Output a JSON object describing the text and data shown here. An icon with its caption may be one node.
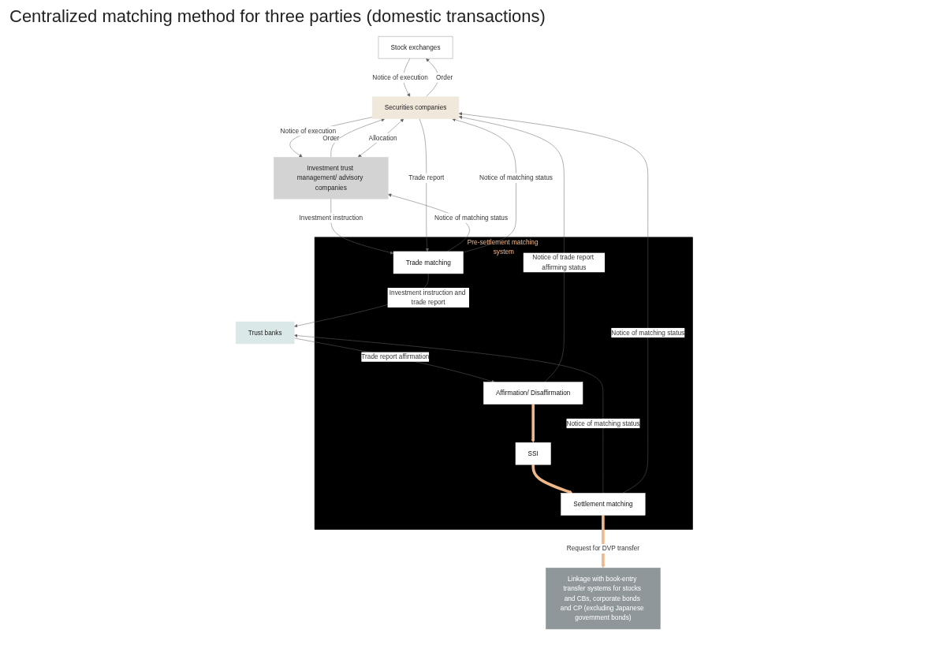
{
  "diagram": {
    "title": "Centralized matching method for three parties (domestic transactions)",
    "nodes": [
      {
        "text": [
          "Stock exchanges"
        ]
      },
      {
        "text": [
          "Investment trust management/ advisory companies"
        ]
      },
      {
        "text": [
          "Securities companies"
        ]
      },
      {
        "text": [
          "Pre-settlement matching system"
        ]
      },
      {
        "text": [
          "Trade matching"
        ],
        "in": 3
      },
      {
        "text": [
          "Affirmation/ Disaffirmation"
        ],
        "in": 3
      },
      {
        "text": [
          "SSI"
        ],
        "in": 3
      },
      {
        "text": [
          "Settlement matching"
        ],
        "in": 3
      },
      {
        "text": [
          "Trust banks"
        ]
      },
      {
        "text": [
          "Linkage with book-entry transfer systems for stocks and CBs, corporate bonds and CP (excluding Japanese government bonds)"
        ]
      }
    ],
    "edges": [
      {
        "from": 0,
        "to": 2,
        "arrow": "to",
        "label": "Notice of execution"
      },
      {
        "from": 2,
        "to": 0,
        "arrow": "to",
        "label": "Order"
      },
      {
        "from": 1,
        "to": 2,
        "arrow": "to",
        "label": "Order"
      },
      {
        "from": 2,
        "to": 1,
        "arrow": "to",
        "label": "Notice of execution"
      },
      {
        "from": 1,
        "to": 2,
        "arrow": "both",
        "label": "Allocation"
      },
      {
        "from": 1,
        "to": 4,
        "arrow": "to",
        "label": "Investment instruction"
      },
      {
        "from": 4,
        "to": 1,
        "arrow": "to",
        "label": "Notice of matching status"
      },
      {
        "from": 2,
        "to": 4,
        "arrow": "to",
        "label": "Trade report"
      },
      {
        "from": 4,
        "to": 2,
        "arrow": "to",
        "label": "Notice of matching status"
      },
      {
        "from": 4,
        "to": 8,
        "arrow": "to",
        "label": "Investment instruction and trade report"
      },
      {
        "from": 8,
        "to": 5,
        "arrow": "to",
        "label": "Trade report affirmation"
      },
      {
        "from": 5,
        "to": 2,
        "arrow": "to",
        "label": "Notice of trade report affirming status"
      },
      {
        "from": 5,
        "to": 6,
        "arrow": "to",
        "style": "thick",
        "color": "#f0b78a"
      },
      {
        "from": 6,
        "to": 7,
        "arrow": "to",
        "style": "thick",
        "color": "#f0b78a"
      },
      {
        "from": 7,
        "to": 8,
        "arrow": "to",
        "label": "Notice of matching status"
      },
      {
        "from": 7,
        "to": 2,
        "arrow": "to",
        "label": "Notice of matching status"
      },
      {
        "from": 7,
        "to": 9,
        "arrow": "to",
        "label": "Request for DVP transfer",
        "style": "thick",
        "color": "#f0b78a"
      }
    ]
  }
}
